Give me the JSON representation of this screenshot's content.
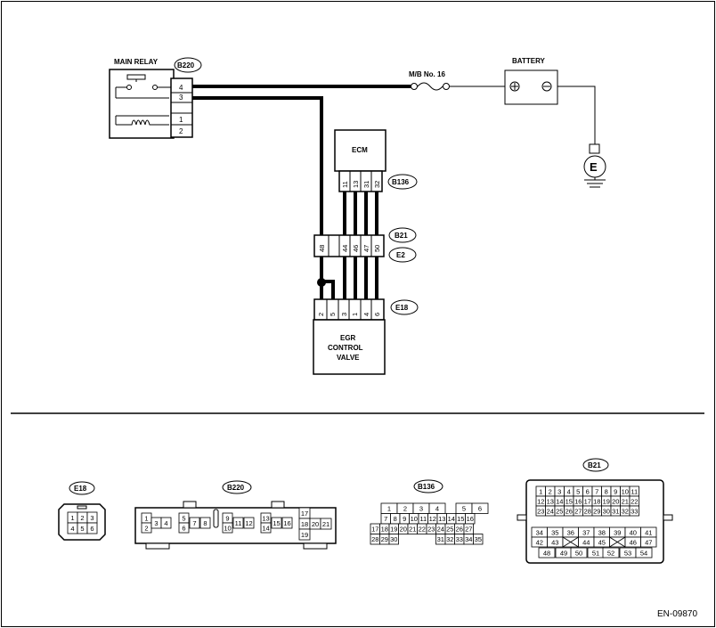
{
  "title_code": "EN-09870",
  "labels": {
    "main_relay": "MAIN RELAY",
    "battery": "BATTERY",
    "fuse": "M/B No. 16",
    "ecm": "ECM",
    "egr_line1": "EGR",
    "egr_line2": "CONTROL",
    "egr_line3": "VALVE",
    "ground": "E"
  },
  "connectors": {
    "b220": "B220",
    "b136": "B136",
    "b21": "B21",
    "e2": "E2",
    "e18": "E18"
  },
  "main_relay_pins": [
    "4",
    "3",
    "1",
    "2"
  ],
  "ecm_pins": [
    "11",
    "13",
    "31",
    "32"
  ],
  "b21_top_pins": [
    "48",
    "44",
    "46",
    "47",
    "50"
  ],
  "e18_pins": [
    "2",
    "5",
    "3",
    "1",
    "4",
    "6"
  ],
  "battery_symbols": {
    "plus": "⊕",
    "minus": "⊖"
  },
  "face_e18": {
    "label": "E18",
    "rows": [
      [
        "1",
        "2",
        "3"
      ],
      [
        "4",
        "5",
        "6"
      ]
    ]
  },
  "face_b220": {
    "label": "B220",
    "cells": [
      "1",
      "2",
      "3",
      "4",
      "5",
      "6",
      "7",
      "8",
      "9",
      "10",
      "11",
      "12",
      "13",
      "14",
      "15",
      "16",
      "17",
      "18",
      "19",
      "20",
      "21"
    ]
  },
  "face_b136": {
    "label": "B136",
    "rows": [
      [
        "1",
        "2",
        "3",
        "4",
        "",
        "5",
        "6"
      ],
      [
        "7",
        "8",
        "9",
        "10",
        "11",
        "12",
        "13",
        "14",
        "15",
        "16"
      ],
      [
        "17",
        "18",
        "19",
        "20",
        "21",
        "22",
        "23",
        "24",
        "25",
        "26",
        "27"
      ],
      [
        "28",
        "29",
        "30",
        "31",
        "32",
        "33",
        "34",
        "35"
      ]
    ]
  },
  "face_b21": {
    "label": "B21",
    "rows": [
      [
        "1",
        "2",
        "3",
        "4",
        "5",
        "6",
        "7",
        "8",
        "9",
        "10",
        "11"
      ],
      [
        "12",
        "13",
        "14",
        "15",
        "16",
        "17",
        "18",
        "19",
        "20",
        "21",
        "22"
      ],
      [
        "23",
        "24",
        "25",
        "26",
        "27",
        "28",
        "29",
        "30",
        "31",
        "32",
        "33"
      ],
      [
        "34",
        "35",
        "36",
        "37",
        "38",
        "39",
        "40",
        "41"
      ],
      [
        "42",
        "43",
        "",
        "44",
        "45",
        "",
        "46",
        "47"
      ],
      [
        "48",
        "49",
        "50",
        "51",
        "52",
        "53",
        "54"
      ]
    ]
  }
}
